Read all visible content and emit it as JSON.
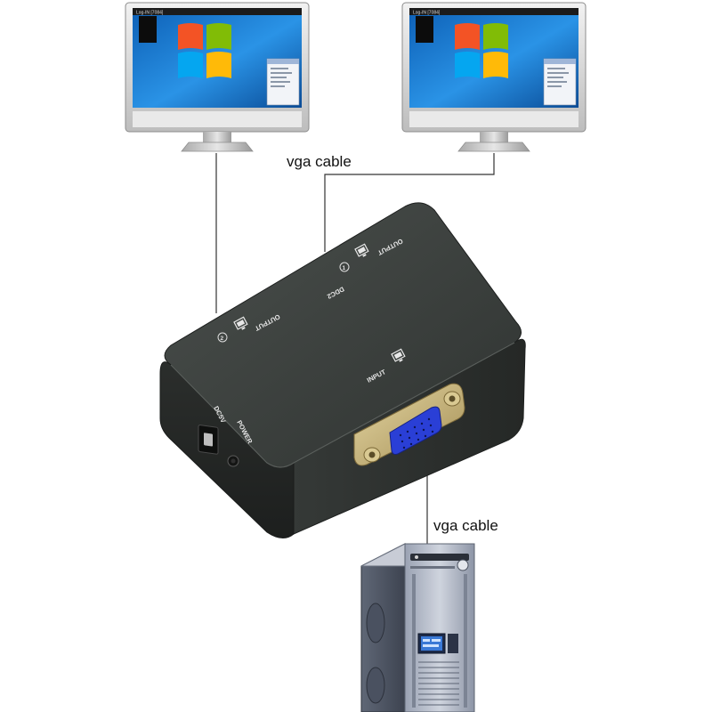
{
  "labels": {
    "cable_top": "vga cable",
    "cable_bottom": "vga cable"
  },
  "splitter": {
    "output1": "OUTPUT",
    "output2": "OUTPUT",
    "port1_number": "1",
    "port2_number": "2",
    "ddc": "DDC2",
    "input": "INPUT",
    "dc": "DC5V",
    "power": "POWER"
  },
  "monitor_screens": {
    "window_title": "Log-IN [7084]"
  },
  "colors": {
    "device_body": "#3e4240",
    "vga_port_blue": "#2a3fd6",
    "connector_gold": "#c7b27a",
    "cable_line": "#333333",
    "desktop_blue": "#1f7fd0"
  }
}
